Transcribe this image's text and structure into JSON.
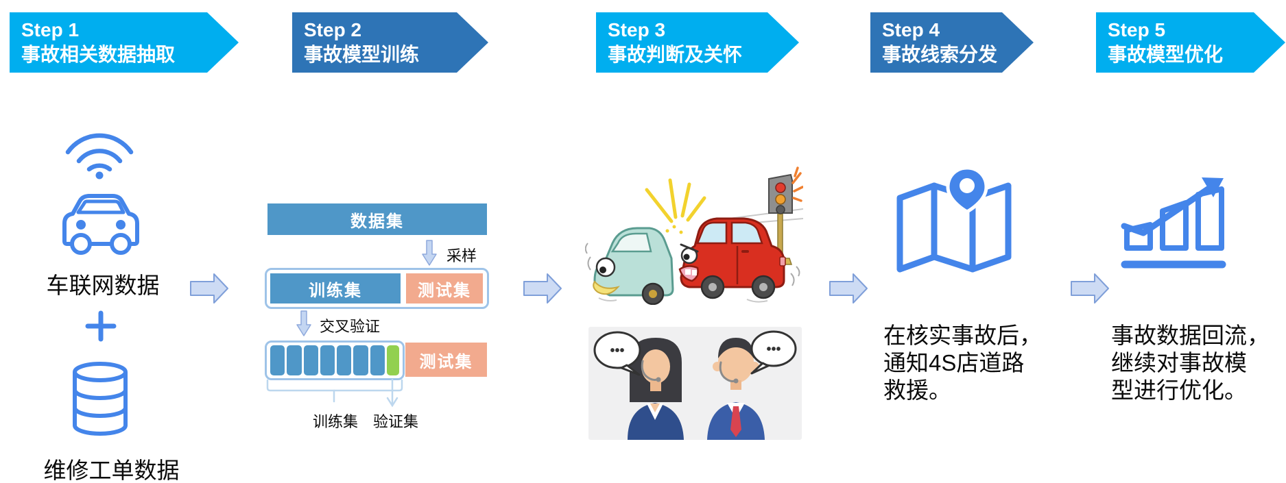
{
  "steps": [
    {
      "label": "Step 1",
      "title": "事故相关数据抽取",
      "variant": "light"
    },
    {
      "label": "Step 2",
      "title": "事故模型训练",
      "variant": "dark"
    },
    {
      "label": "Step 3",
      "title": "事故判断及关怀",
      "variant": "light"
    },
    {
      "label": "Step 4",
      "title": "事故线索分发",
      "variant": "dark"
    },
    {
      "label": "Step 5",
      "title": "事故模型优化",
      "variant": "light"
    }
  ],
  "step1_panel": {
    "icons": [
      "wifi-icon",
      "car-icon",
      "database-icon",
      "plus-icon"
    ],
    "telematics_label": "车联网数据",
    "plus_sign": "+",
    "repair_order_label": "维修工单数据"
  },
  "step2_panel": {
    "dataset_label": "数据集",
    "sampling_label": "采样",
    "training_set_label": "训练集",
    "test_set_label": "测试集",
    "cross_validation_label": "交叉验证",
    "cv_test_set_label": "测试集",
    "cv_training_blocks": 7,
    "cv_validation_blocks": 1,
    "cv_training_set_label": "训练集",
    "cv_validation_set_label": "验证集"
  },
  "step3_panel": {
    "left_speech_dots": "•••",
    "right_speech_dots": "•••"
  },
  "step4_panel": {
    "icon": "map-location-icon",
    "description": "在核实事故后，\n通知4S店道路\n救援。"
  },
  "step5_panel": {
    "icon": "rising-chart-icon",
    "description": "事故数据回流，\n继续对事故模\n型进行优化。"
  },
  "colors": {
    "step_light_blue": "#00AEEF",
    "step_dark_blue": "#2E74B6",
    "bar_blue": "#4F97C8",
    "bar_salmon": "#F2AA8E",
    "block_green": "#92D050",
    "icon_blue": "#4485EA",
    "flow_arrow_fill": "#CDDBF4",
    "flow_arrow_stroke": "#7F9FD9",
    "container_border": "#9EC3E8",
    "annotation_blue": "#BDD7EE"
  }
}
